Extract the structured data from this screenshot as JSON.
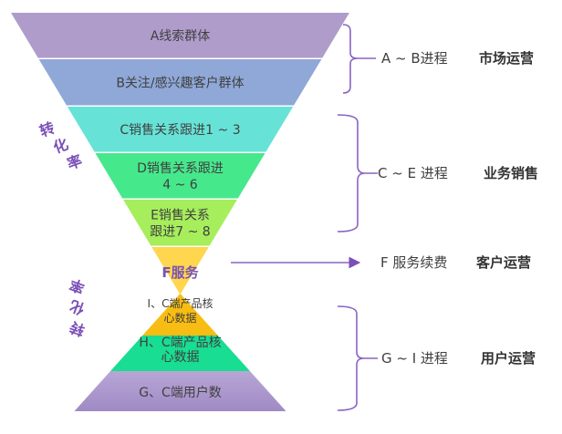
{
  "funnel": {
    "bands": [
      {
        "id": "A",
        "lines": [
          "A线索群体"
        ],
        "color": "#b09ccb"
      },
      {
        "id": "B",
        "lines": [
          "B关注/感兴趣客户群体"
        ],
        "color": "#8fa8d8"
      },
      {
        "id": "C",
        "lines": [
          "C销售关系跟进1 ~ 3"
        ],
        "color": "#66e3d6"
      },
      {
        "id": "D",
        "lines": [
          "D销售关系跟进",
          "4 ~ 6"
        ],
        "color": "#46e88c"
      },
      {
        "id": "E",
        "lines": [
          "E销售关系",
          "跟进7 ~ 8"
        ],
        "color": "#a6ee5c"
      },
      {
        "id": "F",
        "lines": [
          "F服务"
        ],
        "color": "#ffd64d"
      }
    ]
  },
  "pyramid": {
    "bands": [
      {
        "id": "I",
        "lines": [
          "I、C端产品核",
          "心数据"
        ],
        "color": "#f7bd12"
      },
      {
        "id": "H",
        "lines": [
          "H、C端产品核",
          "心数据"
        ],
        "color": "#18dd92"
      },
      {
        "id": "G",
        "lines": [
          "G、C端用户数"
        ],
        "color": "#ad97cc"
      }
    ]
  },
  "side_labels": {
    "top": "转化率",
    "bottom": "转化率"
  },
  "stages": [
    {
      "process": "A ~ B进程",
      "role": "市场运营"
    },
    {
      "process": "C ~ E 进程",
      "role": "业务销售"
    },
    {
      "process": "F 服务续费",
      "role": "客户运营"
    },
    {
      "process": "G ~ I 进程",
      "role": "用户运营"
    }
  ],
  "colors": {
    "accent": "#8a63c4",
    "text": "#404040"
  }
}
